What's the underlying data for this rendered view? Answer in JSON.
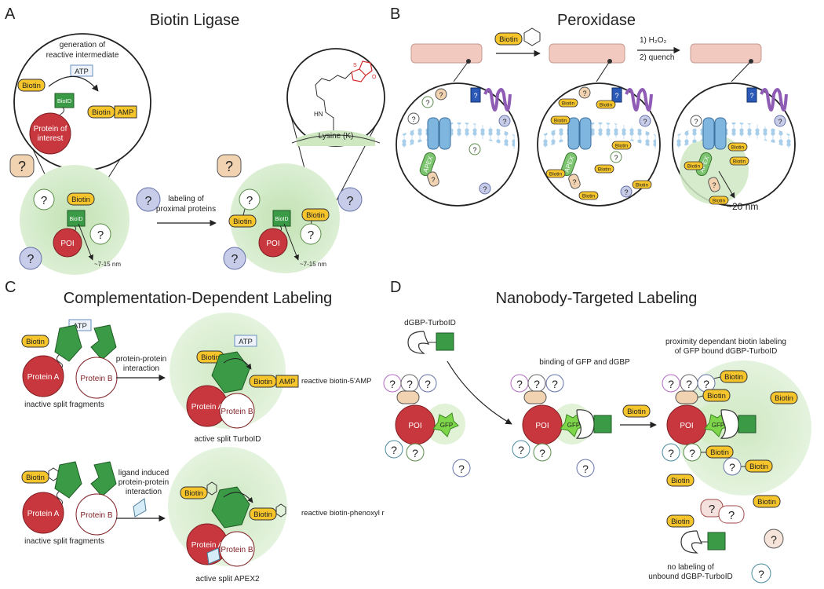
{
  "panels": {
    "a": {
      "letter": "A",
      "title": "Biotin Ligase"
    },
    "b": {
      "letter": "B",
      "title": "Peroxidase"
    },
    "c": {
      "letter": "C",
      "title": "Complementation-Dependent Labeling"
    },
    "d": {
      "letter": "D",
      "title": "Nanobody-Targeted Labeling"
    }
  },
  "labels": {
    "biotin": "Biotin",
    "amp": "AMP",
    "atp": "ATP",
    "bioid": "BioID",
    "poi": "POI",
    "question": "?",
    "protein_of_interest_1": "Protein of",
    "protein_of_interest_2": "interest",
    "generation_1": "generation of",
    "generation_2": "reactive intermediate",
    "lysine": "Lysine (K)",
    "nh": "HN",
    "labeling_1": "labeling of",
    "labeling_2": "proximal proteins",
    "radius_a": "~7-15 nm",
    "h2o2": "1) H₂O₂",
    "quench": "2) quench",
    "apex": "APEX",
    "radius_b": "~20 nm",
    "protein_a": "Protein A",
    "protein_b": "Protein B",
    "inactive_fragments": "inactive split fragments",
    "ppi_1": "protein-protein",
    "ppi_2": "interaction",
    "reactive_amp": "reactive biotin-5'AMP",
    "active_turbo": "active split TurboID",
    "ligand_1": "ligand induced",
    "ligand_2": "protein-protein",
    "ligand_3": "interaction",
    "reactive_phenoxyl": "reactive biotin-phenoxyl r",
    "active_apex2": "active split APEX2",
    "dgbp": "dGBP-TurboID",
    "binding": "binding of GFP and dGBP",
    "gfp": "GFP",
    "proximity_1": "proximity dependant biotin labeling",
    "proximity_2": "of GFP bound dGBP-TurboID",
    "no_label_1": "no labeling of",
    "no_label_2": "unbound dGBP-TurboID"
  },
  "colors": {
    "biotin_fill": "#f6c52b",
    "green_halo": "#cfe8c2",
    "poi_red": "#c8373e",
    "bioid_green": "#3a9a45",
    "membrane_blue": "#9ec9e8",
    "purple": "#8e5bb5"
  }
}
